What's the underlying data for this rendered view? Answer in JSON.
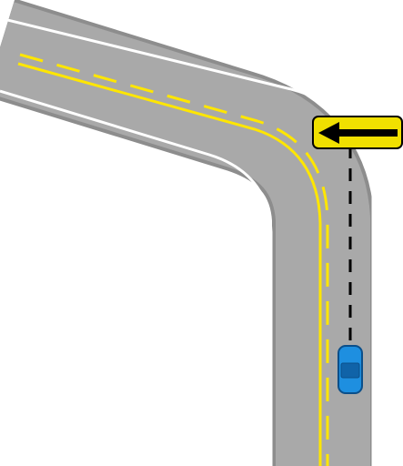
{
  "diagram": {
    "colors": {
      "background": "#ffffff",
      "road_surface": "#a9a9a9",
      "road_edge": "#ffffff",
      "center_line": "#ffe600",
      "sign_face": "#f0e000",
      "sign_border": "#000000",
      "arrow": "#000000",
      "car_body": "#1e8fe0",
      "car_outline": "#0b4f8a",
      "car_window": "#1063a8",
      "vehicle_path": "#000000"
    },
    "elements": {
      "road": "curved-road-left-turn",
      "sign": "left-arrow-warning-sign",
      "car": "blue-car-top-view",
      "path": "dashed-vehicle-path"
    }
  }
}
